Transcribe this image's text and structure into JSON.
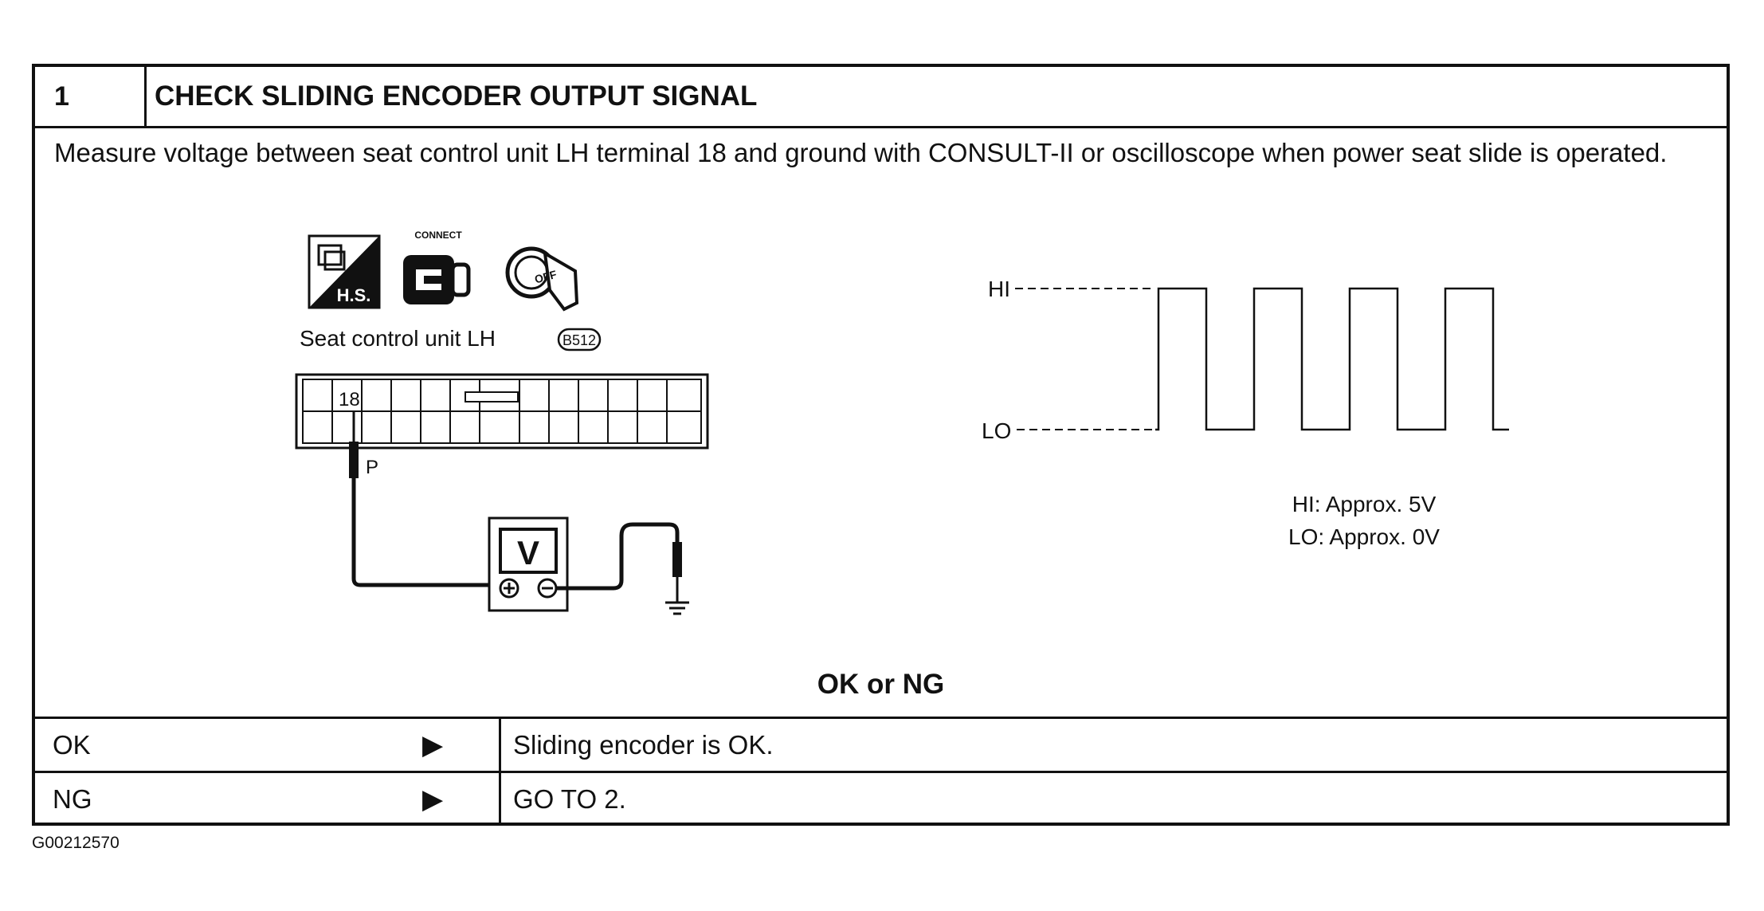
{
  "step": {
    "number": "1",
    "title": "CHECK SLIDING ENCODER OUTPUT SIGNAL"
  },
  "instruction": "Measure voltage between seat control unit LH terminal 18 and ground with CONSULT-II or oscilloscope when power seat slide is operated.",
  "icons": {
    "harness_label": "H.S.",
    "connect_label": "CONNECT",
    "ignition_label": "OFF"
  },
  "connector": {
    "label": "Seat control unit LH",
    "code": "B512",
    "terminal": "18",
    "wire_color": "P",
    "meter_label": "V"
  },
  "waveform": {
    "hi_label": "HI",
    "lo_label": "LO",
    "hi_note": "HI: Approx. 5V",
    "lo_note": "LO: Approx. 0V"
  },
  "result": {
    "title": "OK or NG",
    "rows": [
      {
        "label": "OK",
        "arrow": "▶",
        "result": "Sliding encoder is OK."
      },
      {
        "label": "NG",
        "arrow": "▶",
        "result": "GO TO 2."
      }
    ]
  },
  "figure_code": "G00212570"
}
